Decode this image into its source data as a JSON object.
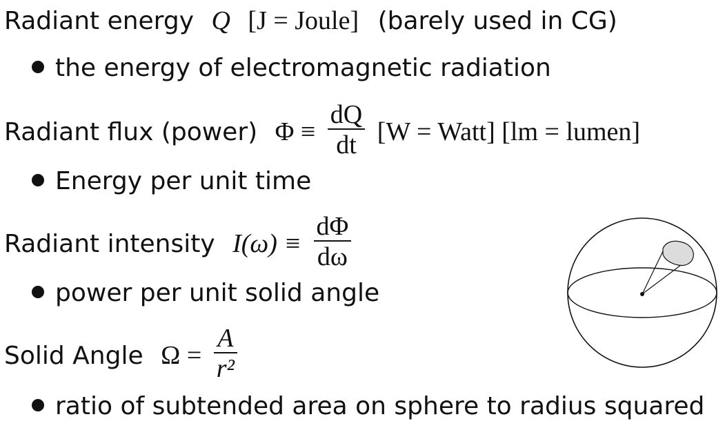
{
  "q": {
    "label": "Radiant energy",
    "sym": "Q",
    "unit": "[J = Joule]",
    "note": "(barely used in CG)",
    "bullet": "the energy of electromagnetic radiation"
  },
  "flux": {
    "label": "Radiant flux (power)",
    "sym": "Φ ≡",
    "num": "dQ",
    "den": "dt",
    "units": "[W = Watt] [lm = lumen]",
    "bullet": "Energy per unit time"
  },
  "intensity": {
    "label": "Radiant intensity",
    "sym": "I(ω) ≡",
    "num": "dΦ",
    "den": "dω",
    "bullet": "power per unit solid angle"
  },
  "solid": {
    "label": "Solid Angle",
    "sym": "Ω =",
    "num": "A",
    "den": "r²",
    "bullet": "ratio of subtended area on sphere to radius squared"
  },
  "figure": {
    "icon": "solid-angle-sphere-icon",
    "patch_color": "#dcdcdc"
  }
}
